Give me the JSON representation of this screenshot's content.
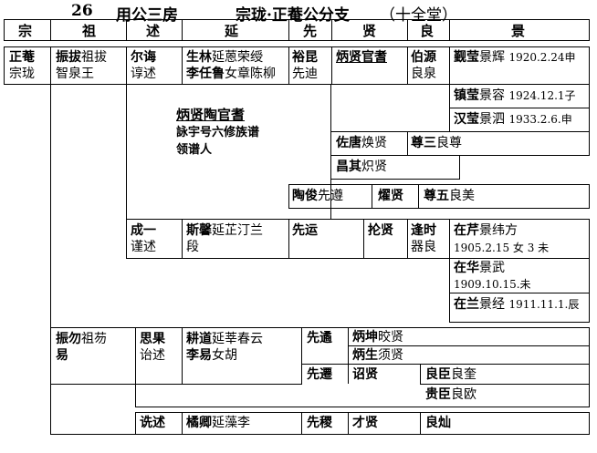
{
  "title": {
    "number": "26",
    "house": "用公三房",
    "branch": "宗珑·正菴公分支",
    "hall": "（十全堂）"
  },
  "columns": [
    "宗",
    "祖",
    "述",
    "延",
    "先",
    "贤",
    "良",
    "景"
  ],
  "cells": {
    "zong_name": "正菴",
    "zong_style": "宗珑",
    "zu1_name": "振拔",
    "zu1_style": "祖拔",
    "zu1_line2": "智泉王",
    "shu1_name": "尔诲",
    "shu1_style": "谆述",
    "yan1_name": "生林",
    "yan1_style": "延蒽荣绶",
    "yan1_line2a": "李任鲁",
    "yan1_line2b": "女章陈柳",
    "xian1_name": "裕昆",
    "xian1_style": "先迪",
    "xianl1_name": "炳贤官耆",
    "liang1_name": "伯源",
    "liang1_style": "良泉",
    "jing1_name": "觐莹",
    "jing1_style": "景辉",
    "jing1_date": "1920.2.24申",
    "jing2_name": "镇莹",
    "jing2_style": "景容",
    "jing2_date": "1924.12.1子",
    "jing3_name": "汉莹",
    "jing3_style": "景泗",
    "jing3_date": "1933.2.6.申",
    "note_title": "炳贤陶官耆",
    "note_line1": "詠宇号六修族谱",
    "note_line2": "领谱人",
    "xianl2_name": "佐唐",
    "xianl2_style": "焕贤",
    "liang2_name": "尊三",
    "liang2_style": "良尊",
    "xianl3_name": "昌其",
    "xianl3_style": "炽贤",
    "xian2_name": "陶俊",
    "xian2_style": "先遵",
    "xianl4_name": "燿贤",
    "liang3_name": "尊五",
    "liang3_style": "良美",
    "shu2_name": "成一",
    "shu2_style": "谨述",
    "yan2_name": "斯馨",
    "yan2_style": "延芷汀兰",
    "yan2_line2": "段",
    "xian3_name": "先运",
    "xianl5_name": "抡贤",
    "liang4_name": "逢时",
    "liang4_style": "器良",
    "jing4_name": "在芹",
    "jing4_style": "景纬方",
    "jing4_date": "1905.2.15 女 3 未",
    "jing5_name": "在华",
    "jing5_style": "景武",
    "jing5_date": "1909.10.15.未",
    "jing6_name": "在兰",
    "jing6_style": "景经",
    "jing6_date": "1911.11.1.辰",
    "zu2_name": "振勿",
    "zu2_style": "祖芴",
    "zu2_line2": "易",
    "shu3_name": "思果",
    "shu3_style": "诒述",
    "yan3_name": "耕道",
    "yan3_style": "延莘春云",
    "yan3_line2a": "李易",
    "yan3_line2b": "女胡",
    "xian4_name": "先遹",
    "xianl6_name": "炳坤",
    "xianl6_style": "晈贤",
    "xianl7_name": "炳生",
    "xianl7_style": "须贤",
    "xian5_name": "先遷",
    "xianl8_name": "诏贤",
    "liang5_name": "良臣",
    "liang5_style": "良奎",
    "liang6_name": "贵臣",
    "liang6_style": "良欧",
    "shu4_name": "诜述",
    "yan4_name": "橘卿",
    "yan4_style": "延藻李",
    "xian6_name": "先稷",
    "xianl9_name": "才贤",
    "liang7_name": "良灿"
  }
}
